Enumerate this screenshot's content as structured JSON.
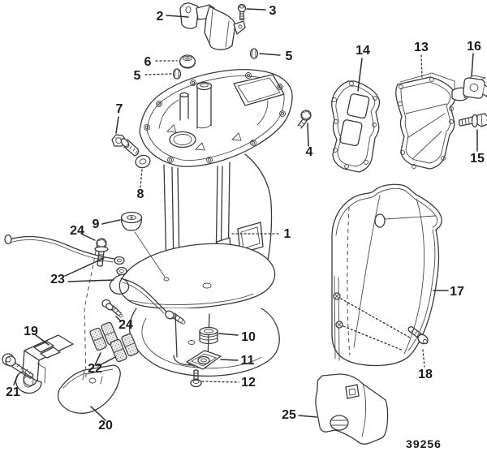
{
  "diagram": {
    "drawing_number": "39256",
    "background_color": "#ffffff",
    "line_color": "#3a3a3a",
    "callouts": {
      "c1": "1",
      "c2": "2",
      "c3": "3",
      "c4": "4",
      "c5a": "5",
      "c5b": "5",
      "c6": "6",
      "c7": "7",
      "c8": "8",
      "c9": "9",
      "c10": "10",
      "c11": "11",
      "c12": "12",
      "c13": "13",
      "c14": "14",
      "c15": "15",
      "c16": "16",
      "c17": "17",
      "c18": "18",
      "c19": "19",
      "c20": "20",
      "c21": "21",
      "c22": "22",
      "c23": "23",
      "c24a": "24",
      "c24b": "24",
      "c25": "25"
    }
  }
}
